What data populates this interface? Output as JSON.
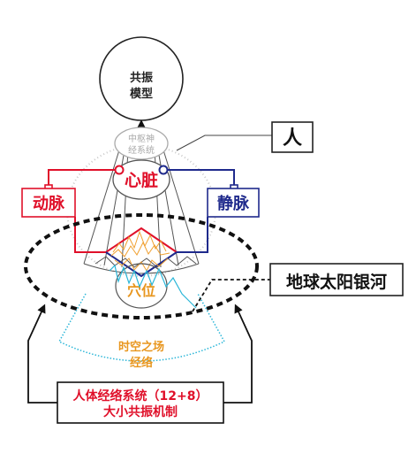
{
  "labels": {
    "model": [
      "共振",
      "模型"
    ],
    "cns": [
      "中枢神",
      "经系统"
    ],
    "heart": "心脏",
    "artery": "动脉",
    "vein": "静脉",
    "person": "人",
    "acupoint": "穴位",
    "spacetime": "时空之场",
    "meridian": "经络",
    "earth": "地球太阳银河",
    "system": [
      "人体经络系统（12+8）",
      "大小共振机制"
    ]
  },
  "colors": {
    "artery": "#e0102a",
    "vein": "#1f2a8c",
    "field": "#2bb6d8",
    "wave": "#f0a030",
    "field_text": "#e8961e",
    "line": "#222222",
    "dots": "#c8c8c8"
  }
}
